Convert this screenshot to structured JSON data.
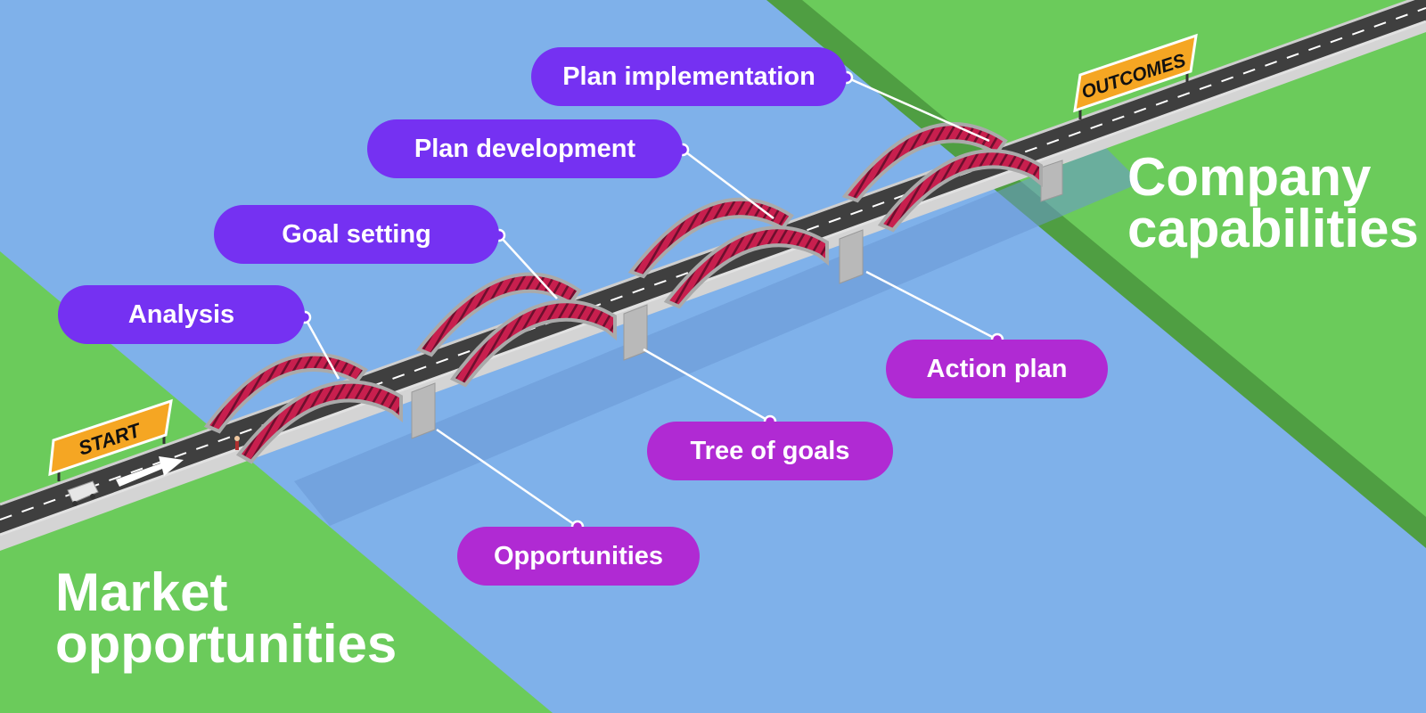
{
  "regions": {
    "left": {
      "line1": "Market",
      "line2": "opportunities"
    },
    "right": {
      "line1": "Company",
      "line2": "capabilities"
    }
  },
  "signs": {
    "start": "START",
    "end": "OUTCOMES"
  },
  "steps": {
    "analysis": "Analysis",
    "goal_setting": "Goal setting",
    "plan_development": "Plan development",
    "plan_implementation": "Plan implementation",
    "opportunities": "Opportunities",
    "tree_of_goals": "Tree of goals",
    "action_plan": "Action plan"
  },
  "colors": {
    "water": "#7fb1ea",
    "land": "#6bcb5b",
    "road": "#3f3f3f",
    "arch": "#c81f4e",
    "label_top": "#7531f2",
    "label_bottom": "#b02ad3",
    "sign": "#f5a623"
  }
}
